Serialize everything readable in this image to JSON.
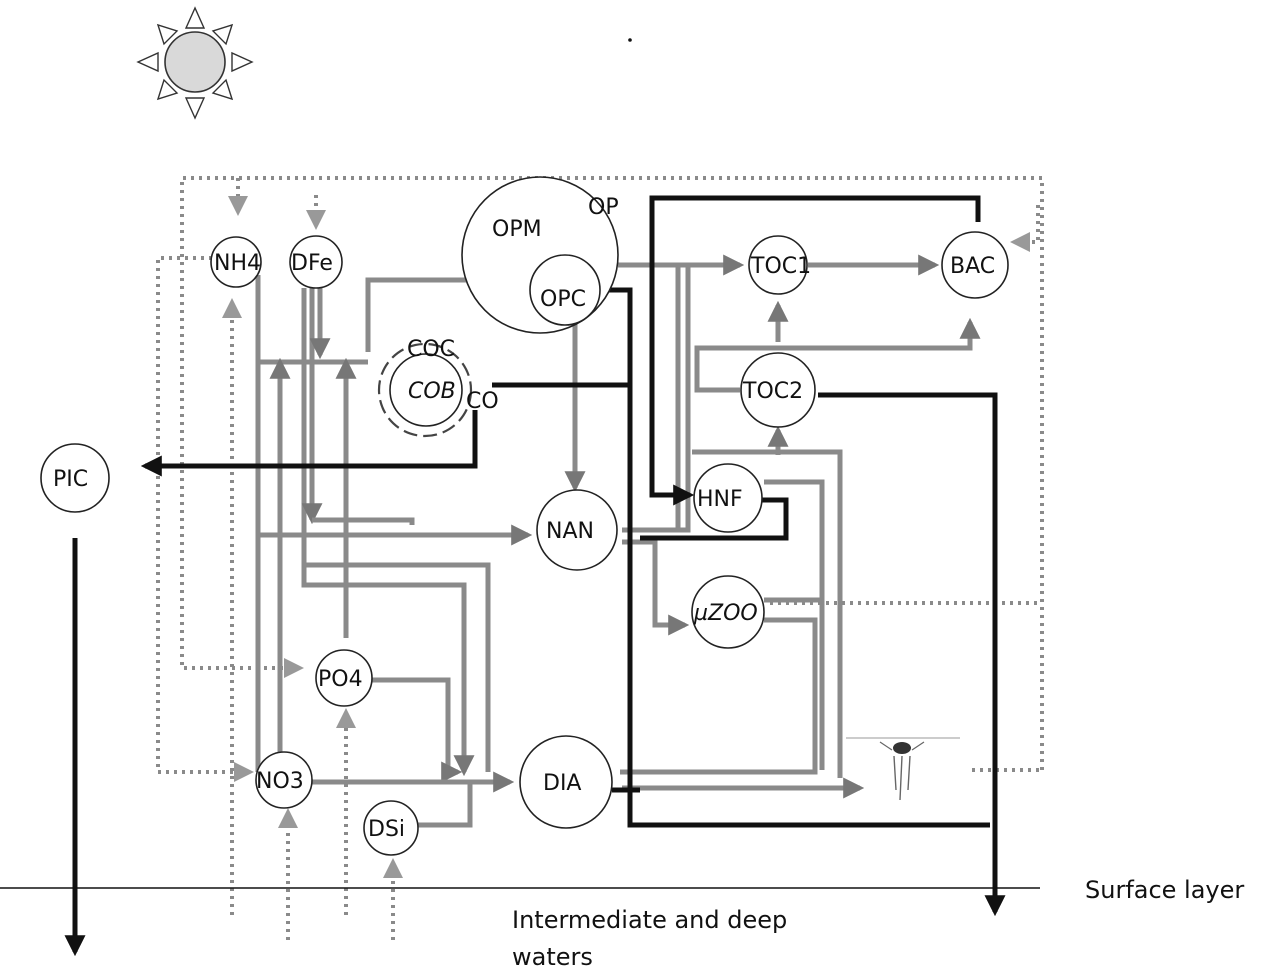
{
  "nodes": {
    "nh4": "NH4",
    "dfe": "DFe",
    "opm": "OPM",
    "op": "OP",
    "opc": "OPC",
    "coc": "COC",
    "cob": "COB",
    "co": "CO",
    "pic": "PIC",
    "nan": "NAN",
    "toc1": "TOC1",
    "toc2": "TOC2",
    "bac": "BAC",
    "hnf": "HNF",
    "uzoo": "µZOO",
    "po4": "PO4",
    "no3": "NO3",
    "dsi": "DSi",
    "dia": "DIA"
  },
  "labels": {
    "surface_layer": "Surface layer",
    "deep_line1": "Intermediate and deep",
    "deep_line2": "waters"
  },
  "icons": [
    "sun-icon",
    "zooplankton-icon"
  ],
  "colors": {
    "gray_flow": "#8a8a8a",
    "black_flow": "#111111",
    "sun_fill": "#d9d9d9"
  }
}
